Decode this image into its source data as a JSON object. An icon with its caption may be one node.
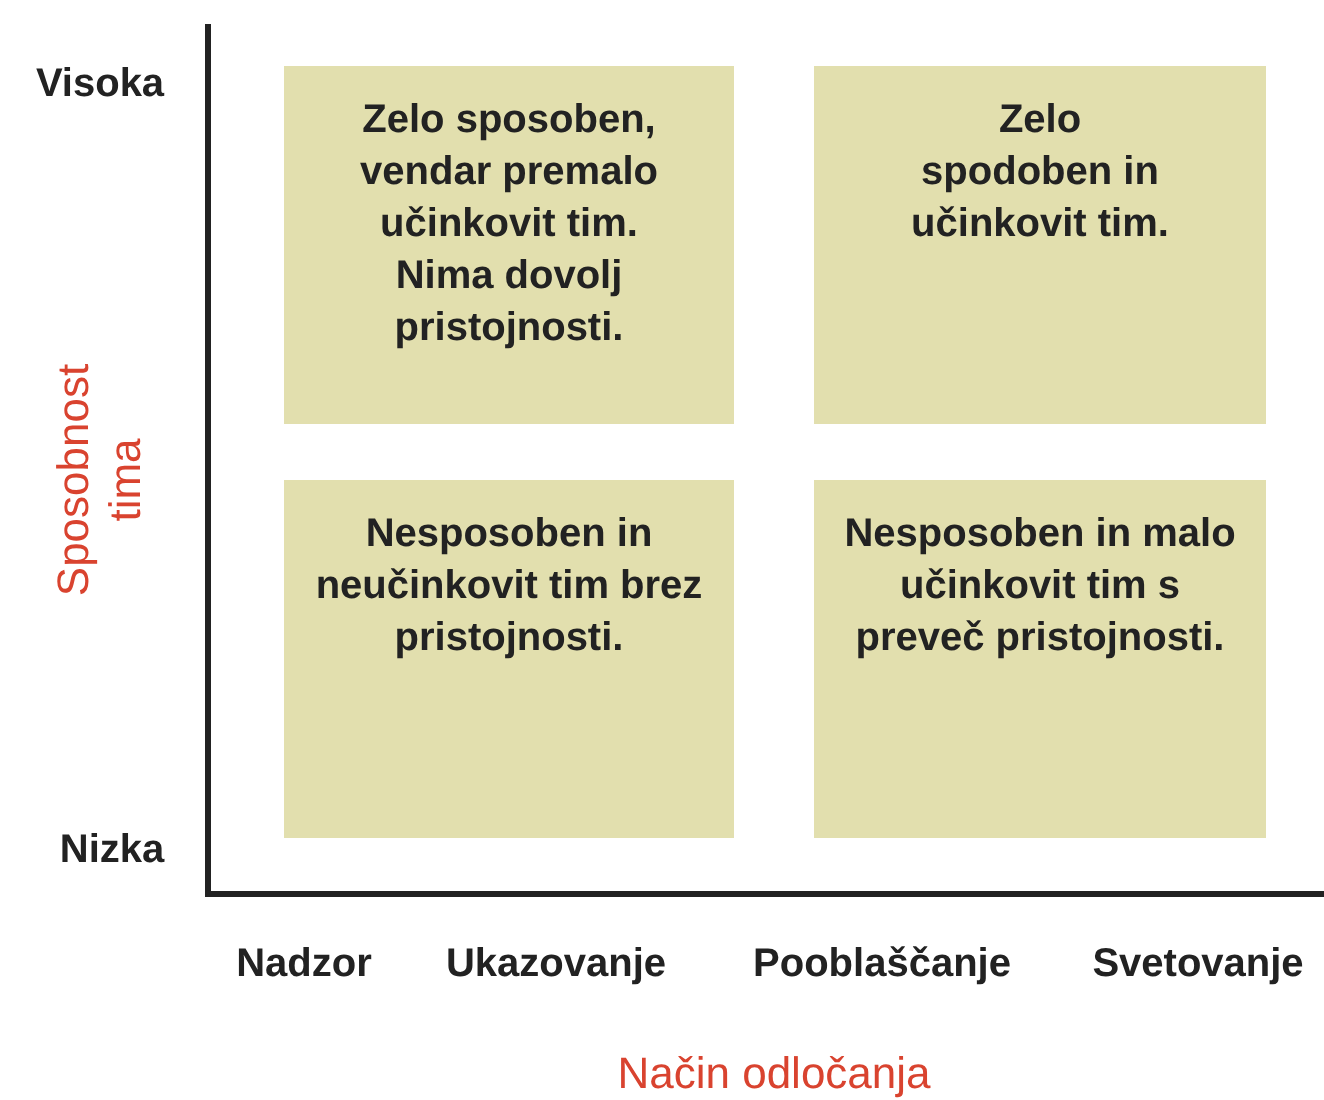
{
  "diagram": {
    "nodes": [
      {
        "text": [
          "Zelo sposoben, vendar premalo učinkovit tim. Nima dovolj pristojnosti."
        ]
      },
      {
        "text": [
          "Zelo spodoben in učinkovit tim."
        ]
      },
      {
        "text": [
          "Nesposoben in neučinkovit tim brez pristojnosti."
        ]
      },
      {
        "text": [
          "Nesposoben in malo učinkovit tim s preveč pristojnosti."
        ]
      }
    ],
    "labels": [
      "Visoka",
      "Sposobnost tima",
      "Nizka",
      "Nadzor",
      "Ukazovanje",
      "Pooblaščanje",
      "Svetovanje",
      "Način odločanja"
    ]
  }
}
